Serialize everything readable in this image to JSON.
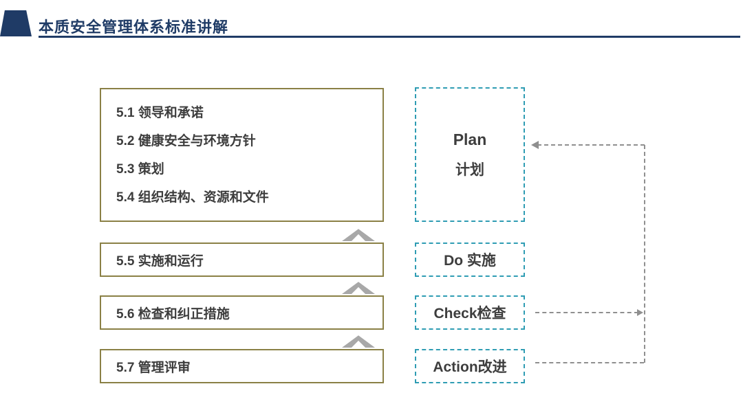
{
  "header": {
    "title": "本质安全管理体系标准讲解"
  },
  "left_panel": {
    "box1": {
      "lines": [
        "5.1 领导和承诺",
        "5.2 健康安全与环境方针",
        "5.3 策划",
        "5.4 组织结构、资源和文件"
      ]
    },
    "box2": {
      "label": "5.5 实施和运行"
    },
    "box3": {
      "label": "5.6 检查和纠正措施"
    },
    "box4": {
      "label": "5.7 管理评审"
    }
  },
  "pdca": {
    "plan": {
      "en": "Plan",
      "zh": "计划"
    },
    "do": {
      "label": "Do  实施"
    },
    "check": {
      "label": "Check检查"
    },
    "action": {
      "label": "Action改进"
    }
  },
  "colors": {
    "header_navy": "#1f3b66",
    "left_box_border_gold": "#8a8045",
    "pdca_dashed_teal": "#2e9cb3",
    "connector_gray": "#8f8f8f",
    "chevron_gray": "#a8a8a8",
    "body_text": "#3d3d3d"
  }
}
